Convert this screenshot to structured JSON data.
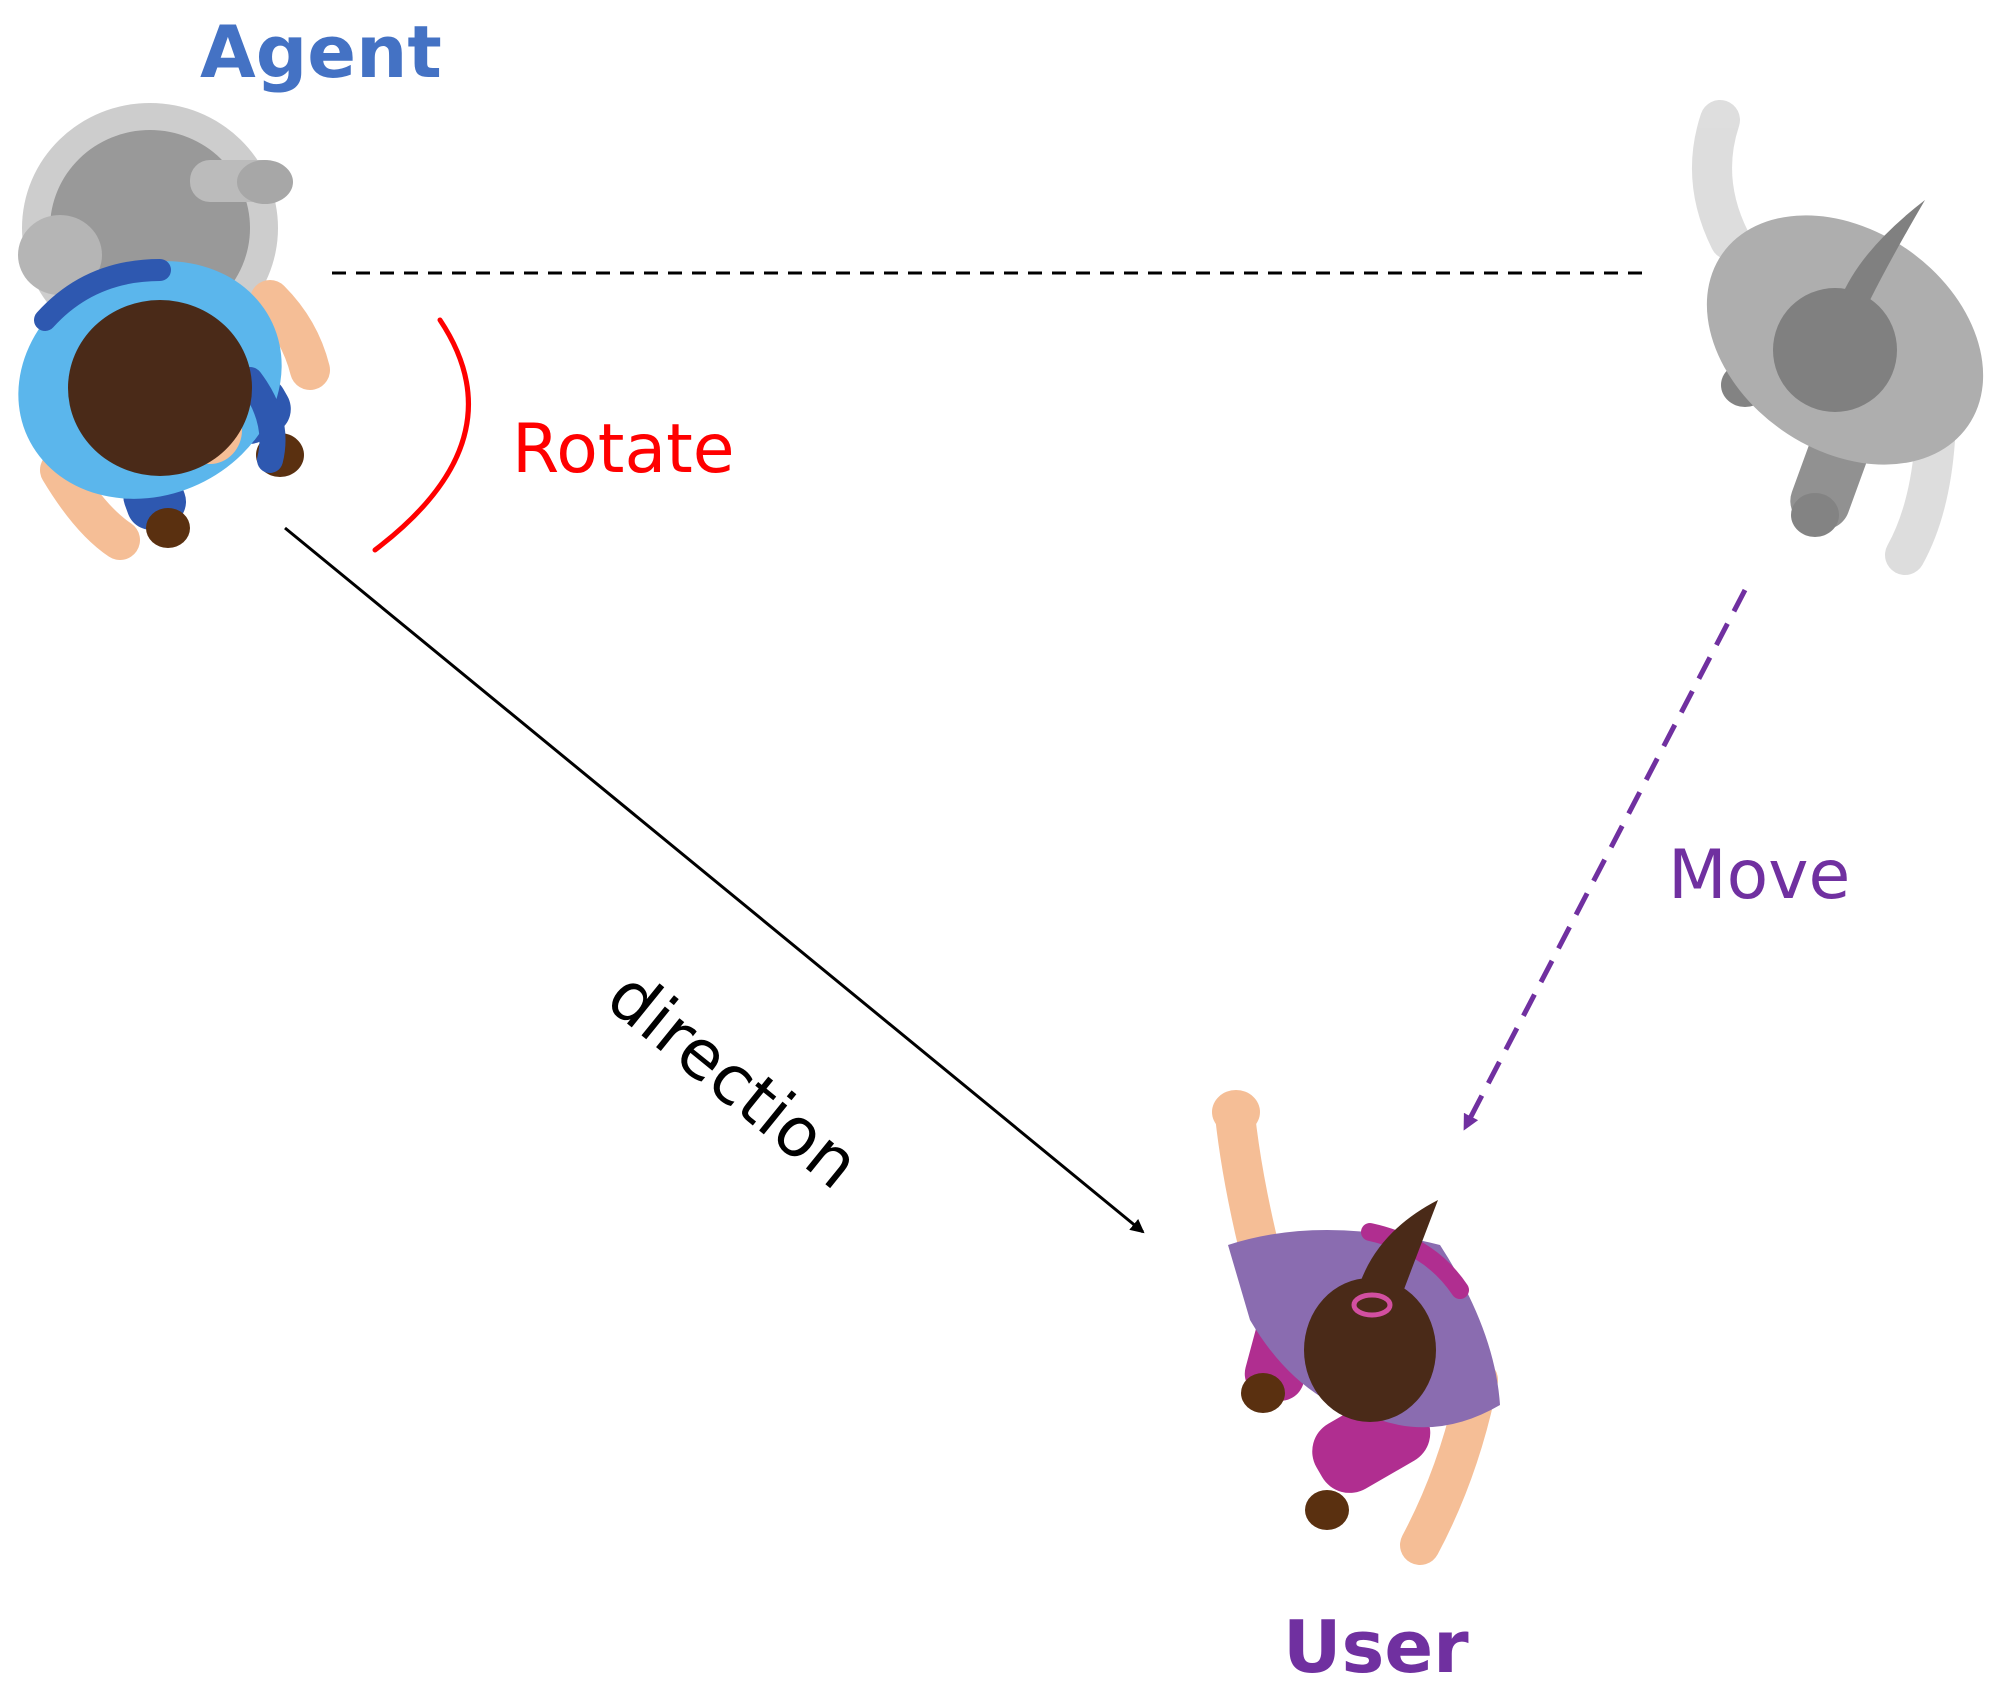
{
  "labels": {
    "agent": "Agent",
    "rotate": "Rotate",
    "direction": "direction",
    "move": "Move",
    "user": "User"
  },
  "colors": {
    "agent_label": "#4472C4",
    "rotate": "#FF0000",
    "direction": "#000000",
    "move": "#7030A0",
    "user_label": "#7030A0",
    "agent_shirt": "#5BB6EC",
    "agent_pants": "#2E58B0",
    "hair": "#4A2A18",
    "skin": "#F5BE96",
    "user_shirt": "#8A6CB0",
    "user_pants": "#B02E90",
    "ghost": "#9A9A9A"
  },
  "figures": {
    "agent": "person-top-view-agent",
    "agent_ghost": "person-top-view-ghost-agent",
    "user": "person-top-view-user",
    "user_ghost": "person-top-view-ghost-user"
  }
}
